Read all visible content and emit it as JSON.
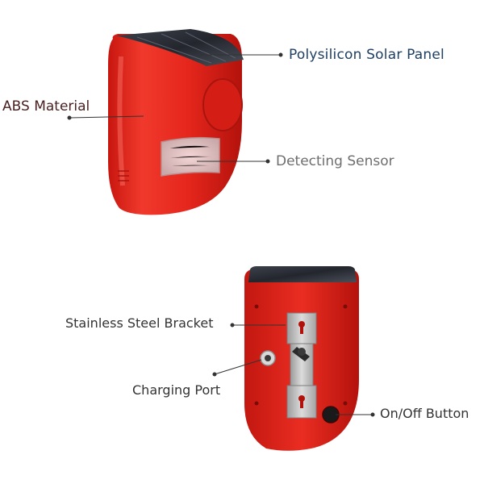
{
  "annotations": {
    "solar_panel": "Polysilicon Solar Panel",
    "abs_material": "ABS Material",
    "detecting_sensor": "Detecting Sensor",
    "stainless_bracket": "Stainless Steel Bracket",
    "charging_port": "Charging Port",
    "on_off_button": "On/Off Button"
  },
  "colors": {
    "housing_red": "#e4271d",
    "housing_dark": "#a8140e",
    "solar_panel": "#2b2e36",
    "bracket_metal": "#b9b9b9",
    "leader_line": "#333333"
  }
}
